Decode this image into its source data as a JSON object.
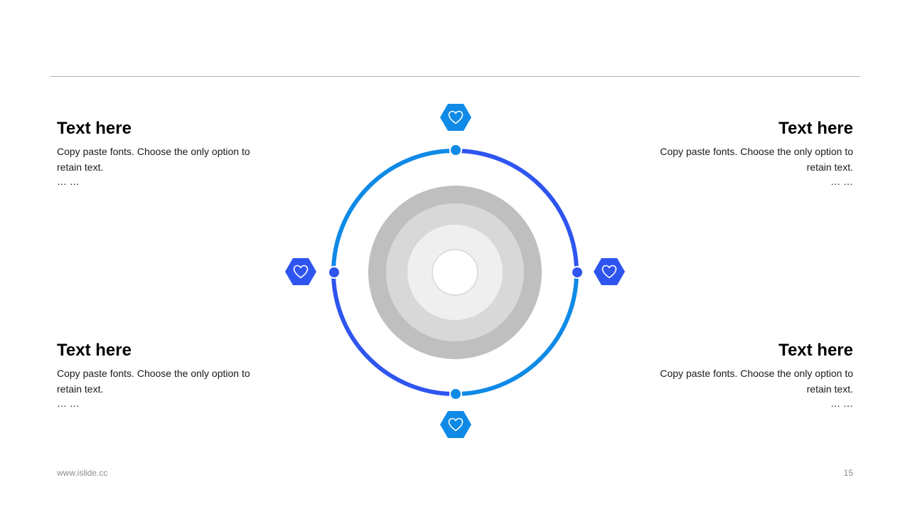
{
  "blocks": [
    {
      "title": "Text here",
      "body": "Copy paste fonts. Choose the only option to retain text.",
      "more": "… …"
    },
    {
      "title": "Text here",
      "body": "Copy paste fonts. Choose the only option to retain text.",
      "more": "… …"
    },
    {
      "title": "Text here",
      "body": "Copy paste fonts. Choose the only option to retain text.",
      "more": "… …"
    },
    {
      "title": "Text here",
      "body": "Copy paste fonts. Choose the only option to retain text.",
      "more": "… …"
    }
  ],
  "icons": {
    "top": "heart-icon",
    "left": "heart-icon",
    "right": "heart-icon",
    "bottom": "heart-icon"
  },
  "colors": {
    "accent_light": "#0f8ae6",
    "accent_dark": "#2f55f0",
    "ring_outer": "#bfbfbf",
    "ring_mid": "#d8d8d8",
    "ring_inner": "#efefef"
  },
  "footer": {
    "url": "www.islide.cc",
    "page": "15"
  }
}
